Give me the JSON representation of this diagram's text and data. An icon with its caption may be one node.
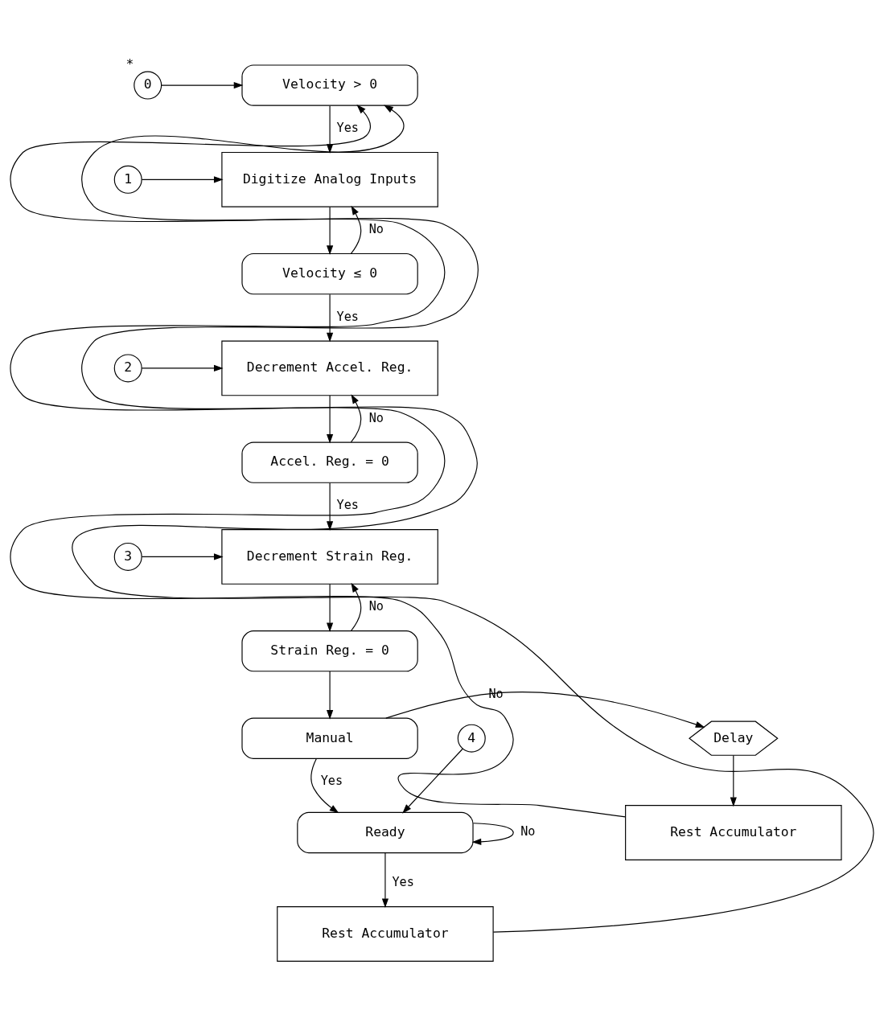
{
  "diagram": {
    "nodes": [
      {
        "text": [
          "Velocity > 0"
        ]
      },
      {
        "text": [
          "Digitize Analog Inputs"
        ]
      },
      {
        "text": [
          "Velocity ≤ 0"
        ]
      },
      {
        "text": [
          "Decrement Accel. Reg."
        ]
      },
      {
        "text": [
          "Accel. Reg. = 0"
        ]
      },
      {
        "text": [
          "Decrement Strain Reg."
        ]
      },
      {
        "text": [
          "Strain Reg. = 0"
        ]
      },
      {
        "text": [
          "Manual"
        ]
      },
      {
        "text": [
          "Delay"
        ]
      },
      {
        "text": [
          "Rest Accumulator"
        ]
      },
      {
        "text": [
          "Ready"
        ]
      },
      {
        "text": [
          "Rest Accumulator"
        ]
      },
      {
        "text": [
          "0"
        ],
        "beside": [
          "*"
        ]
      },
      {
        "text": [
          "1"
        ]
      },
      {
        "text": [
          "2"
        ]
      },
      {
        "text": [
          "3"
        ]
      },
      {
        "text": [
          "4"
        ]
      }
    ],
    "edges": [
      {
        "from": 0,
        "to": 1,
        "arrow": "to",
        "label": "Yes"
      },
      {
        "from": 1,
        "to": 2,
        "arrow": "to"
      },
      {
        "from": 2,
        "to": 1,
        "arrow": "to",
        "label": "No"
      },
      {
        "from": 2,
        "to": 3,
        "arrow": "to",
        "label": "Yes"
      },
      {
        "from": 3,
        "to": 4,
        "arrow": "to"
      },
      {
        "from": 4,
        "to": 3,
        "arrow": "to",
        "label": "No"
      },
      {
        "from": 4,
        "to": 5,
        "arrow": "to",
        "label": "Yes"
      },
      {
        "from": 5,
        "to": 6,
        "arrow": "to"
      },
      {
        "from": 6,
        "to": 5,
        "arrow": "to",
        "label": "No"
      },
      {
        "from": 6,
        "to": 7,
        "arrow": "to"
      },
      {
        "from": 7,
        "to": 8,
        "arrow": "to",
        "label": "No"
      },
      {
        "from": 8,
        "to": 9,
        "arrow": "to"
      },
      {
        "from": 9,
        "to": 0,
        "arrow": "to"
      },
      {
        "from": 7,
        "to": 10,
        "arrow": "to",
        "label": "Yes"
      },
      {
        "from": 10,
        "to": 10,
        "arrow": "to",
        "label": "No"
      },
      {
        "from": 10,
        "to": 11,
        "arrow": "to",
        "label": "Yes"
      },
      {
        "from": 11,
        "to": 0,
        "arrow": "to"
      },
      {
        "from": 12,
        "to": 0,
        "arrow": "to"
      },
      {
        "from": 13,
        "to": 1,
        "arrow": "to"
      },
      {
        "from": 14,
        "to": 3,
        "arrow": "to"
      },
      {
        "from": 15,
        "to": 5,
        "arrow": "to"
      },
      {
        "from": 16,
        "to": 10,
        "arrow": "to"
      }
    ]
  }
}
